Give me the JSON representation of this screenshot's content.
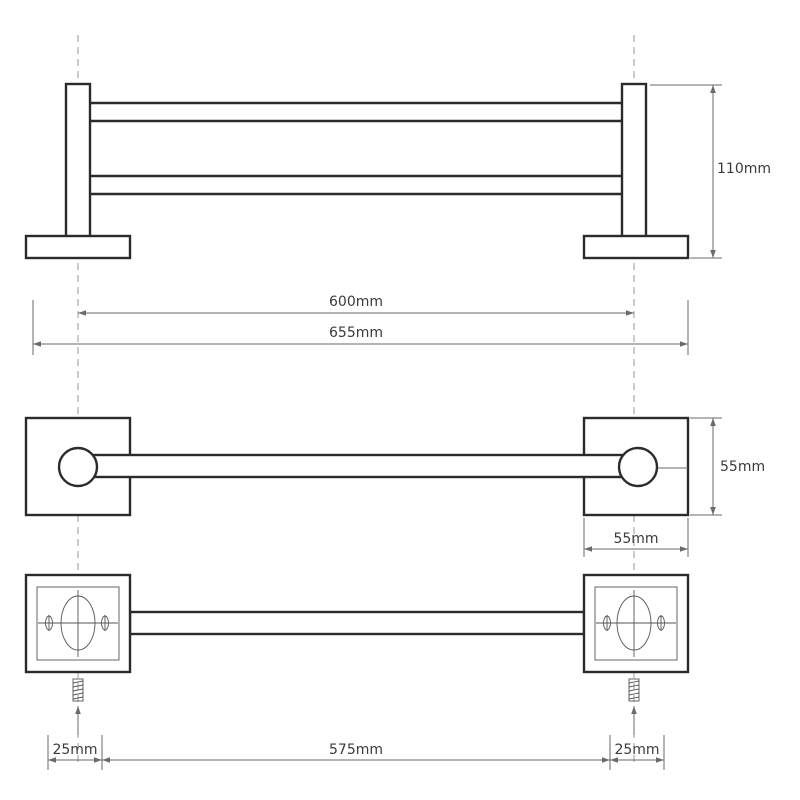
{
  "dimensions": {
    "height": "110mm",
    "bar_centers": "600mm",
    "overall_length": "655mm",
    "base_height": "55mm",
    "base_width": "55mm",
    "edge_left": "25mm",
    "fixing_centers": "575mm",
    "edge_right": "25mm"
  }
}
